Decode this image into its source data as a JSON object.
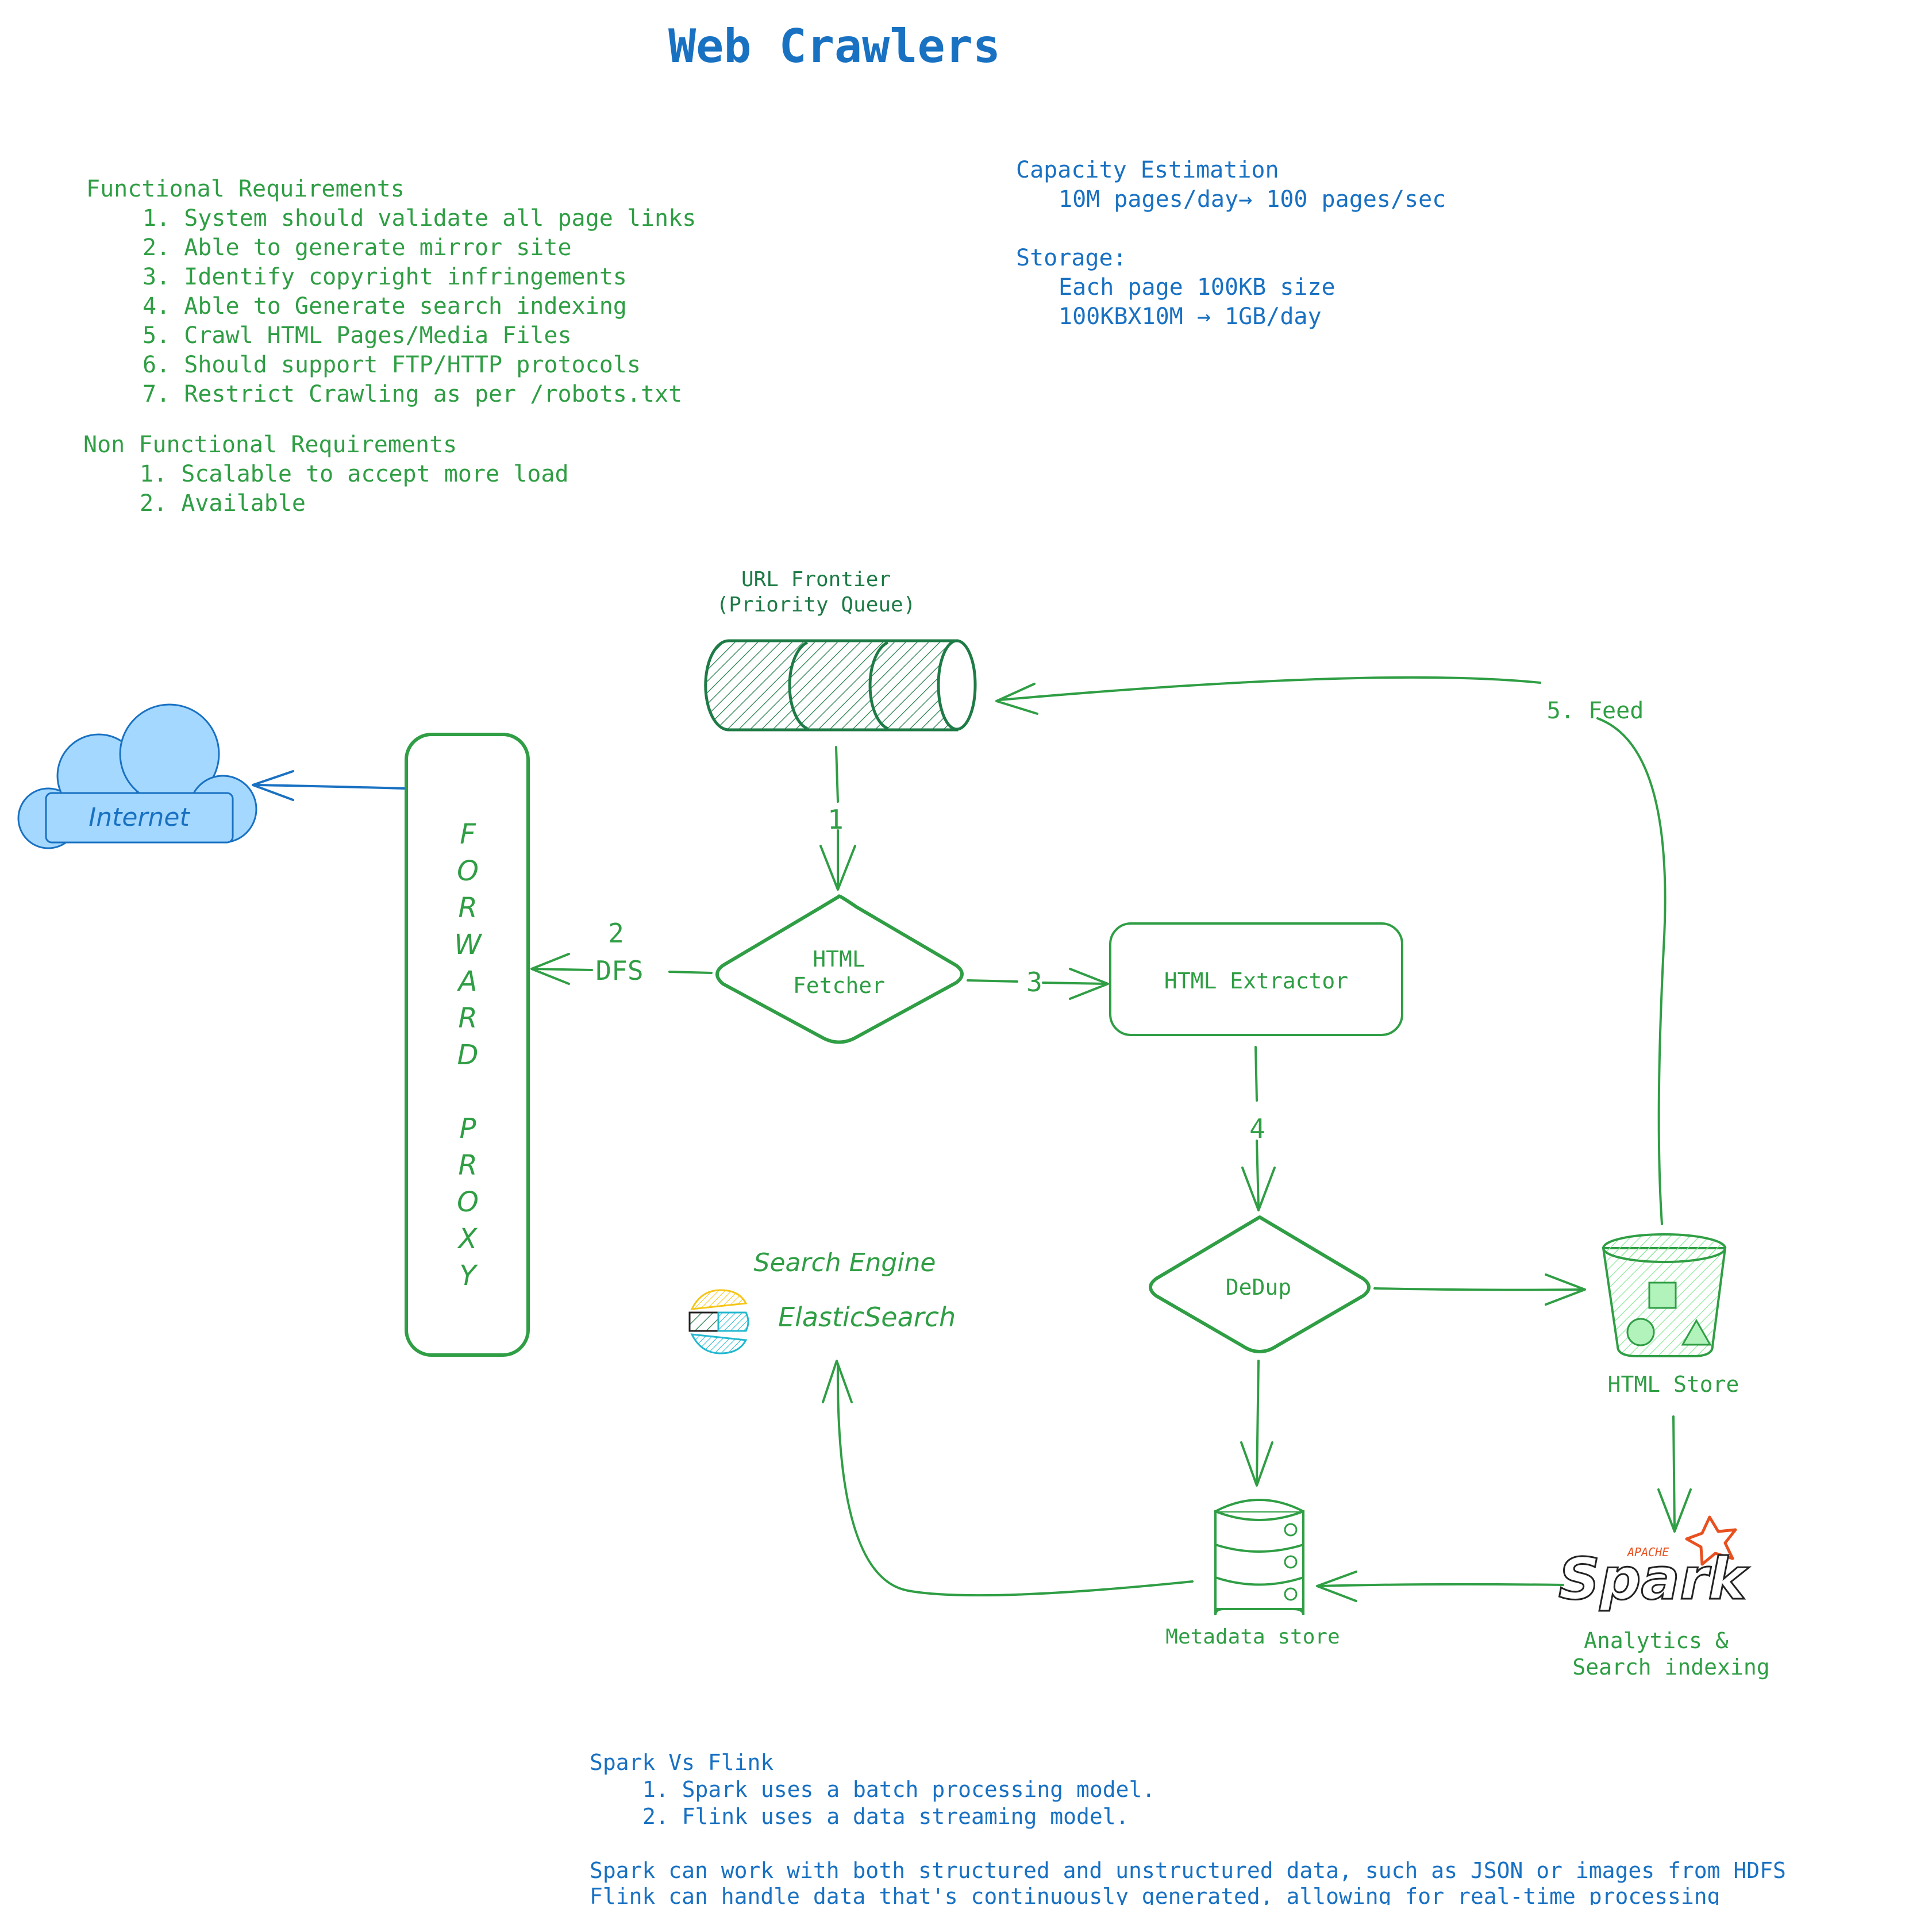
{
  "title": "Web Crawlers",
  "functional": {
    "heading": "Functional Requirements",
    "items": [
      "1. System should validate all page links",
      "2. Able to generate mirror site",
      "3. Identify copyright infringements",
      "4. Able to Generate search indexing",
      "5. Crawl HTML Pages/Media Files",
      "6. Should support FTP/HTTP protocols",
      "7. Restrict Crawling as per /robots.txt"
    ]
  },
  "non_functional": {
    "heading": "Non Functional Requirements",
    "items": [
      "1. Scalable to accept more load",
      "2. Available"
    ]
  },
  "capacity": {
    "heading": "Capacity Estimation",
    "line1": "10M pages/day→ 100 pages/sec",
    "storage_heading": "Storage:",
    "line2": "Each page 100KB size",
    "line3": "100KBX10M → 1GB/day"
  },
  "nodes": {
    "internet": "Internet",
    "proxy_letters": [
      "F",
      "O",
      "R",
      "W",
      "A",
      "R",
      "D",
      "",
      "P",
      "R",
      "O",
      "X",
      "Y"
    ],
    "frontier_line1": "URL Frontier",
    "frontier_line2": "(Priority Queue)",
    "fetcher_line1": "HTML",
    "fetcher_line2": "Fetcher",
    "extractor": "HTML Extractor",
    "dedup": "DeDup",
    "html_store": "HTML Store",
    "metadata_store": "Metadata store",
    "search_engine": "Search Engine",
    "elasticsearch": "ElasticSearch",
    "spark_apache": "APACHE",
    "spark_logo": "Spark",
    "analytics_line1": "Analytics &",
    "analytics_line2": "Search indexing"
  },
  "edges": {
    "e1": "1",
    "e2_num": "2",
    "e2_label": "DFS",
    "e3": "3",
    "e4": "4",
    "e5": "5. Feed"
  },
  "notes": {
    "heading": "Spark Vs Flink",
    "items": [
      "1. Spark uses a batch processing model.",
      "2. Flink uses a data streaming model."
    ],
    "line1": "Spark can work with both structured and unstructured data, such as JSON or images from HDFS",
    "line2": "Flink can handle data that's continuously generated, allowing for real-time processing"
  },
  "colors": {
    "green": "#2f9e44",
    "blue": "#1971c2",
    "dark_green": "#1e7b46",
    "cloud_fill": "#a5d8ff",
    "store_fill": "#b2f2bb",
    "spark_orange": "#e8501f"
  }
}
